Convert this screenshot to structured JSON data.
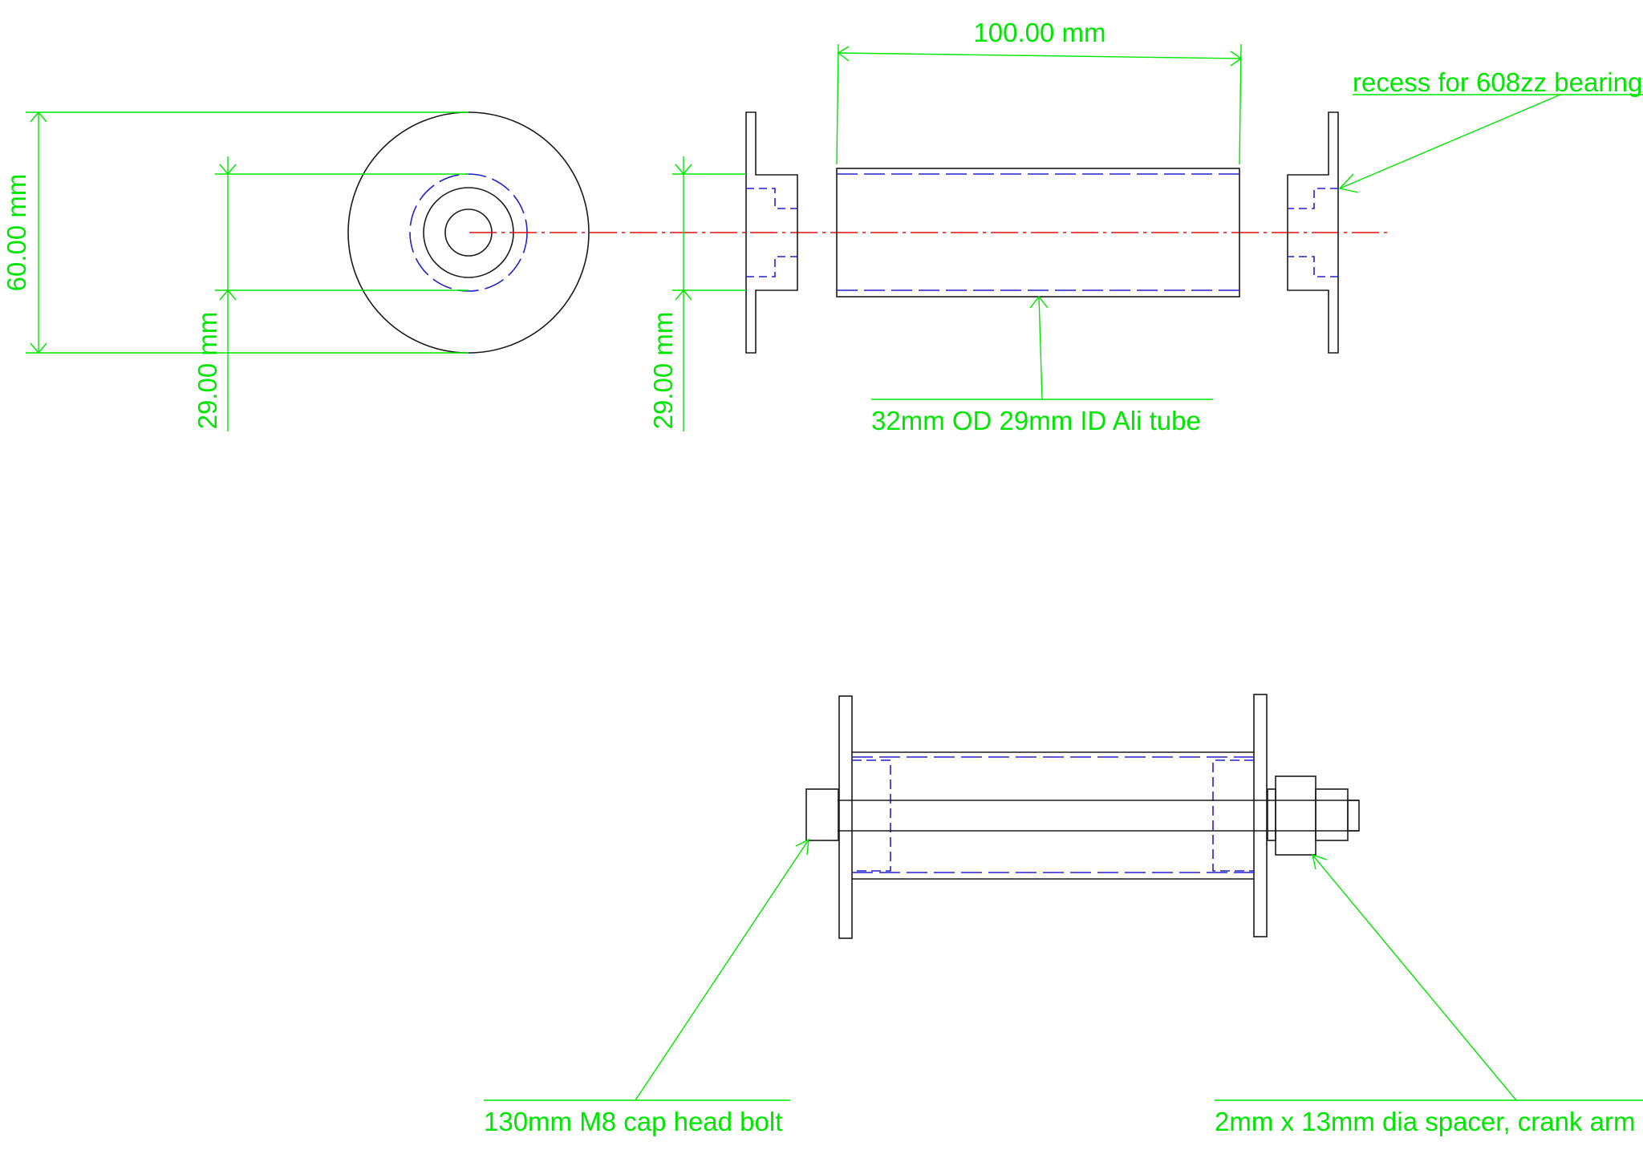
{
  "annotations": {
    "dim_length": "100.00 mm",
    "dim_outer_dia": "60.00 mm",
    "dim_inner_dia_left": "29.00 mm",
    "dim_inner_dia_flange": "29.00 mm",
    "note_bearing": "recess for 608zz bearing",
    "note_tube": "32mm OD  29mm ID Ali tube",
    "note_bolt": "130mm M8 cap head bolt",
    "note_spacer": "2mm x 13mm dia spacer, crank arm"
  },
  "colors": {
    "dimension": "#00e600",
    "geometry": "#1a1a1a",
    "hidden_lines": "#2222cc",
    "center_line": "#dd1111",
    "background": "#ffffff"
  }
}
